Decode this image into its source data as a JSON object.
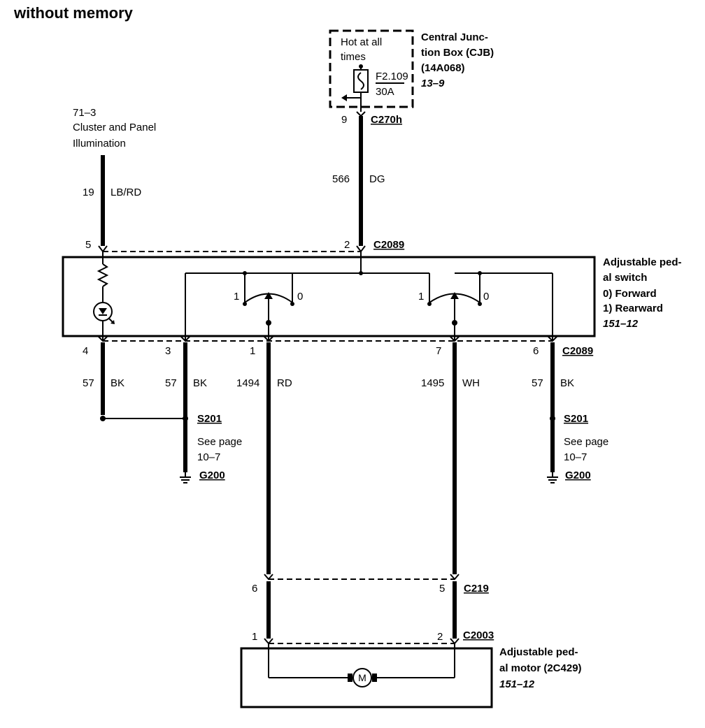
{
  "title": "without memory",
  "cjb": {
    "hot_line1": "Hot at all",
    "hot_line2": "times",
    "fuse_id": "F2.109",
    "fuse_rating": "30A",
    "name_line1": "Central Junc-",
    "name_line2": "tion Box (CJB)",
    "name_line3": "(14A068)",
    "ref": "13–9"
  },
  "illumination": {
    "ref": "71–3",
    "line1": "Cluster and Panel",
    "line2": "Illumination"
  },
  "connectors": {
    "c270h": "C270h",
    "c2089_top": "C2089",
    "c2089_bottom": "C2089",
    "c219": "C219",
    "c2003": "C2003"
  },
  "pins": {
    "cjb_9": "9",
    "sw_5": "5",
    "sw_2": "2",
    "sw_4": "4",
    "sw_3": "3",
    "sw_1": "1",
    "sw_7": "7",
    "sw_6": "6",
    "c219_6": "6",
    "c219_5": "5",
    "c2003_1": "1",
    "c2003_2": "2"
  },
  "wires": {
    "w19": {
      "circuit": "19",
      "color": "LB/RD"
    },
    "w566": {
      "circuit": "566",
      "color": "DG"
    },
    "w57a": {
      "circuit": "57",
      "color": "BK"
    },
    "w57b": {
      "circuit": "57",
      "color": "BK"
    },
    "w1494": {
      "circuit": "1494",
      "color": "RD"
    },
    "w1495": {
      "circuit": "1495",
      "color": "WH"
    },
    "w57c": {
      "circuit": "57",
      "color": "BK"
    }
  },
  "switch": {
    "name_line1": "Adjustable ped-",
    "name_line2": "al switch",
    "pos0": "0)   Forward",
    "pos1": "1)   Rearward",
    "ref": "151–12",
    "left_contact_1": "1",
    "left_contact_0": "0",
    "right_contact_1": "1",
    "right_contact_0": "0"
  },
  "splice_left": {
    "id": "S201",
    "see1": "See page",
    "see2": "10–7",
    "ground": "G200"
  },
  "splice_right": {
    "id": "S201",
    "see1": "See page",
    "see2": "10–7",
    "ground": "G200"
  },
  "motor": {
    "name_line1": "Adjustable ped-",
    "name_line2": "al motor (2C429)",
    "ref": "151–12",
    "symbol": "M"
  }
}
